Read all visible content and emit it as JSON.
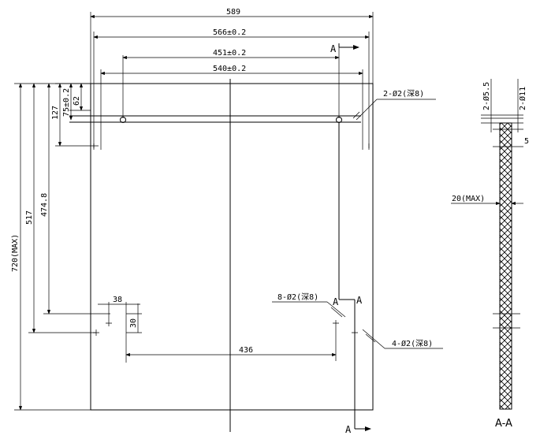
{
  "dimensions": {
    "overall_width": "589",
    "bracket_span": "566±0.2",
    "top_holes_pitch": "451±0.2",
    "inner_span": "540±0.2",
    "hole_callout_top": "2-Ø2(深8)",
    "offset_62": "62",
    "offset_75": "75±0.2",
    "offset_127": "127",
    "height_517": "517",
    "height_474": "474.8",
    "height_720": "720(MAX)",
    "dim_38": "38",
    "dim_30": "30",
    "dim_436": "436",
    "hole_callout_8": "8-Ø2(深8)",
    "hole_callout_4": "4-Ø2(深8)"
  },
  "section_labels": {
    "top_a": "A",
    "bottom_a": "A",
    "mid_a_left": "A",
    "mid_a_right": "A",
    "section_title": "A-A"
  },
  "section_dims": {
    "holes_5_5": "2-Ø5.5",
    "holes_11": "2-Ø11",
    "dim_5": "5",
    "thickness": "20(MAX)"
  }
}
